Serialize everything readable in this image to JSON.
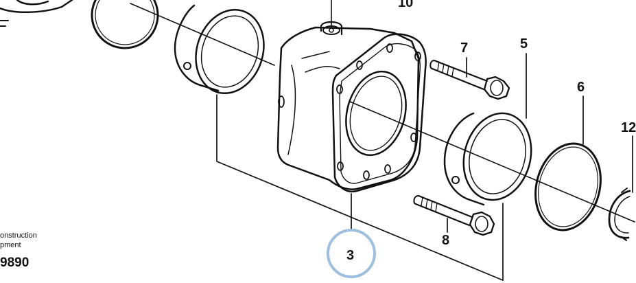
{
  "callouts": {
    "c10": "10",
    "c7": "7",
    "c5": "5",
    "c6": "6",
    "c12": "12",
    "c8": "8",
    "c3": "3"
  },
  "corner_caption": {
    "line1": "onstruction",
    "line2": "pment",
    "number": "9890"
  },
  "colors": {
    "line": "#111111",
    "highlight_ring": "#9fbfdf",
    "background": "#ffffff"
  }
}
